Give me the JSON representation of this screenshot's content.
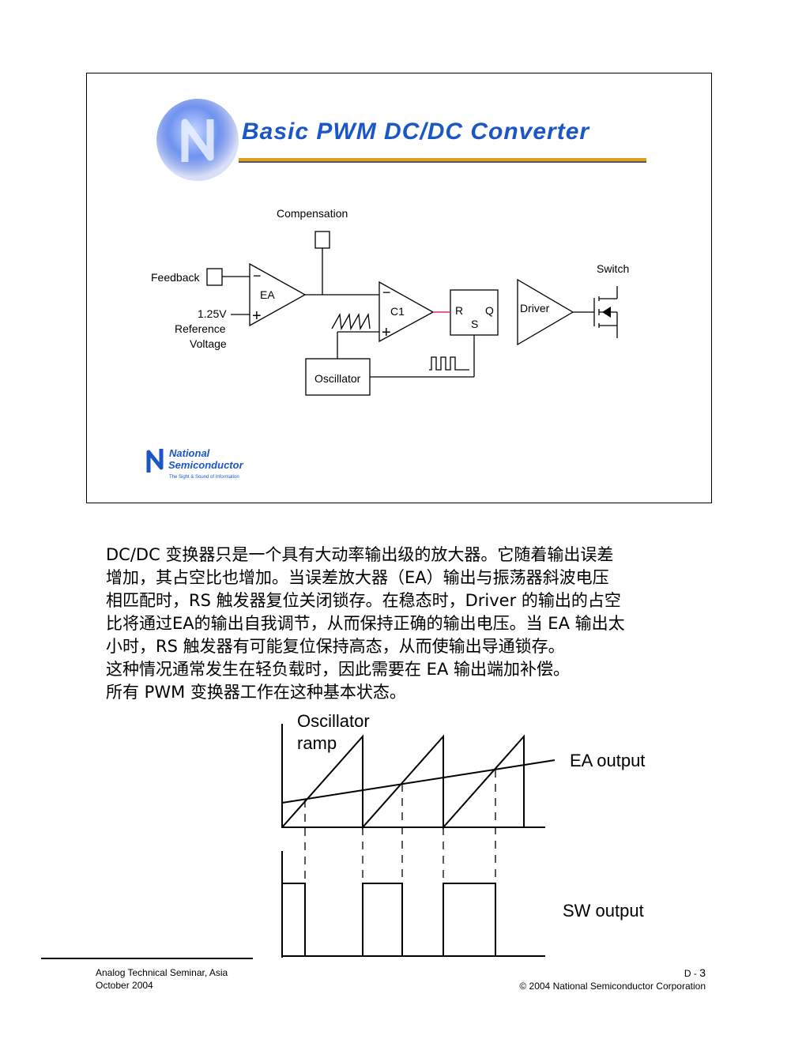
{
  "slide": {
    "title": "Basic PWM DC/DC Converter",
    "logo_line1": "National",
    "logo_line2": "Semiconductor",
    "logo_tagline": "The Sight & Sound of Information"
  },
  "schematic": {
    "compensation": "Compensation",
    "feedback": "Feedback",
    "ref_voltage": "1.25V",
    "ref_label_1": "Reference",
    "ref_label_2": "Voltage",
    "ea": "EA",
    "c1": "C1",
    "latch_r": "R",
    "latch_q": "Q",
    "latch_s": "S",
    "driver": "Driver",
    "switch": "Switch",
    "oscillator": "Oscillator",
    "minus": "−",
    "plus": "+"
  },
  "body_text": [
    "DC/DC 变换器只是一个具有大动率输出级的放大器。它随着输出误差",
    "增加，其占空比也增加。当误差放大器（EA）输出与振荡器斜波电压",
    "相匹配时，RS 触发器复位关闭锁存。在稳态时，Driver 的输出的占空",
    "比将通过EA的输出自我调节，从而保持正确的输出电压。当 EA 输出太",
    "小时，RS 触发器有可能复位保持高态，从而使输出导通锁存。",
    "这种情况通常发生在轻负载时，因此需要在 EA 输出端加补偿。",
    "所有 PWM 变换器工作在这种基本状态。"
  ],
  "waveform": {
    "osc_label_1": "Oscillator",
    "osc_label_2": "ramp",
    "ea_label": "EA output",
    "sw_label": "SW output"
  },
  "footer": {
    "left_1": "Analog Technical Seminar, Asia",
    "left_2": "October 2004",
    "page_prefix": "D -",
    "page_number": "3",
    "copyright": "© 2004 National Semiconductor Corporation"
  },
  "colors": {
    "title_blue": "#1a56c8",
    "rule_gold": "#d9a024",
    "pwm_wire": "#d0287a"
  }
}
